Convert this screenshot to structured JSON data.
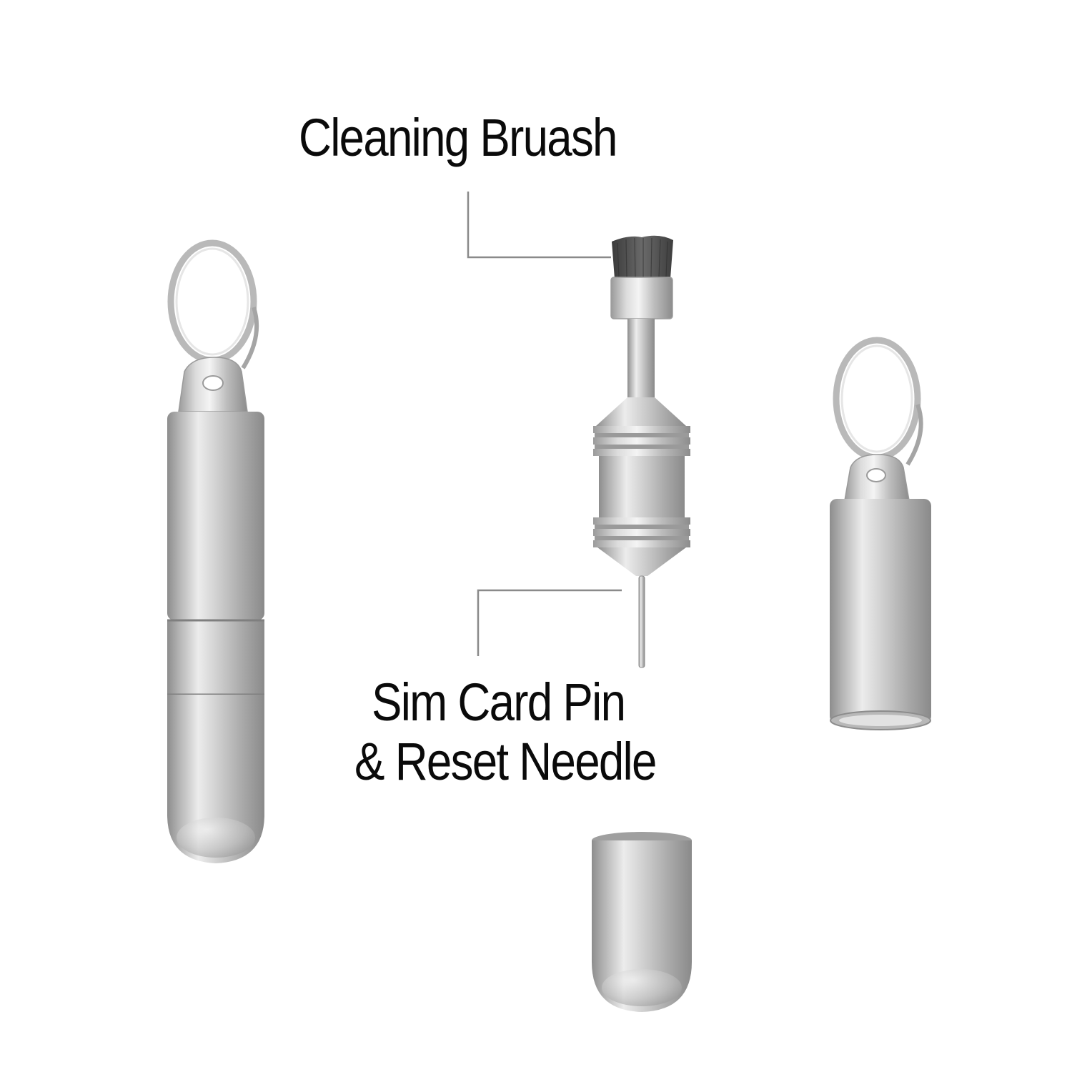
{
  "labels": {
    "brush": "Cleaning Bruash",
    "pin_line1": "Sim Card Pin",
    "pin_line2": "& Reset Needle"
  },
  "colors": {
    "background": "#ffffff",
    "text": "#0a0a0a",
    "leader_line": "#8a8a8a",
    "metal_light": "#ededed",
    "metal_mid": "#c9c9c9",
    "metal_dark": "#8f8f8f",
    "bristles": "#4a4a4a"
  }
}
